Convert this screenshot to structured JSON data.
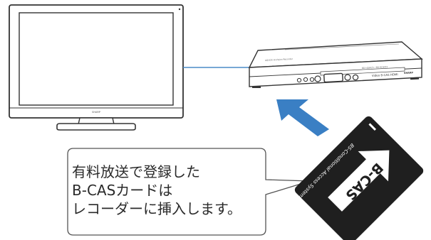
{
  "tv": {
    "brand": "SHARP"
  },
  "recorder": {
    "top_label": "AQUOS Hi-Vision Recorder",
    "top_right_label": "BD-HDW25 / BD-HDW22",
    "front_label": "Video  B-CAS  HDMI",
    "brand": "SHARP"
  },
  "card": {
    "logo": "B-CAS",
    "caption": "BS-Conditional Access System"
  },
  "callout": {
    "lines": [
      "有料放送で登録した",
      "B-CASカードは",
      "レコーダーに挿入します。"
    ]
  },
  "colors": {
    "line": "#333333",
    "cable": "#4a8bc7",
    "arrow": "#3a7fc4",
    "card": "#1f1f1f"
  }
}
